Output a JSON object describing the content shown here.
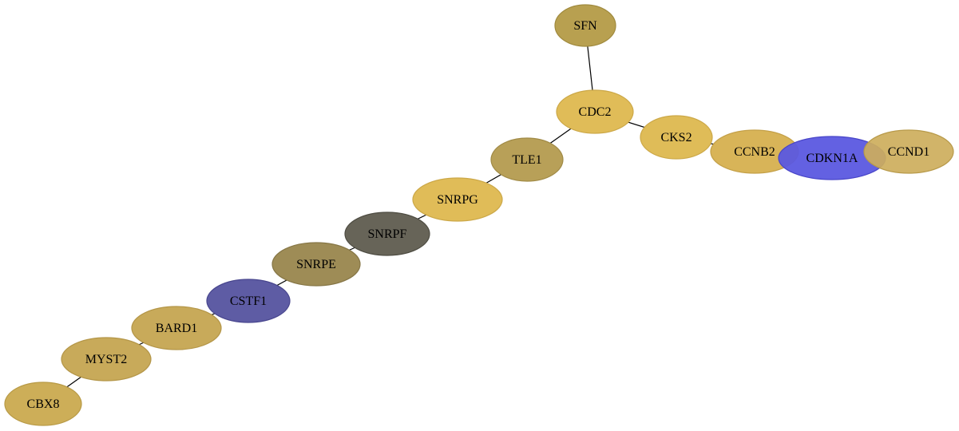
{
  "nodes": [
    {
      "id": "SFN",
      "label": "SFN",
      "color": "#B8A050",
      "stroke": "#A08A3E"
    },
    {
      "id": "CDC2",
      "label": "CDC2",
      "color": "#E0BC58",
      "stroke": "#CCA848"
    },
    {
      "id": "CKS2",
      "label": "CKS2",
      "color": "#DFBC58",
      "stroke": "#CCA848"
    },
    {
      "id": "CCNB2",
      "label": "CCNB2",
      "color": "#D8B458",
      "stroke": "#C4A048"
    },
    {
      "id": "CDKN1A",
      "label": "CDKN1A",
      "color": "#5B58E0",
      "stroke": "#4845C8"
    },
    {
      "id": "CCND1",
      "label": "CCND1",
      "color": "#CDAE5C",
      "stroke": "#B89A4A"
    },
    {
      "id": "TLE1",
      "label": "TLE1",
      "color": "#B8A058",
      "stroke": "#A08A46"
    },
    {
      "id": "SNRPG",
      "label": "SNRPG",
      "color": "#E0BC58",
      "stroke": "#CCA848"
    },
    {
      "id": "SNRPF",
      "label": "SNRPF",
      "color": "#676458",
      "stroke": "#4E4C42"
    },
    {
      "id": "SNRPE",
      "label": "SNRPE",
      "color": "#9E8C56",
      "stroke": "#867646"
    },
    {
      "id": "CSTF1",
      "label": "CSTF1",
      "color": "#5E5CA4",
      "stroke": "#48468E"
    },
    {
      "id": "BARD1",
      "label": "BARD1",
      "color": "#C8AA5A",
      "stroke": "#B49648"
    },
    {
      "id": "MYST2",
      "label": "MYST2",
      "color": "#C8AA5A",
      "stroke": "#B49648"
    },
    {
      "id": "CBX8",
      "label": "CBX8",
      "color": "#CDAE58",
      "stroke": "#B89A46"
    }
  ],
  "edges": [
    [
      "SFN",
      "CDC2"
    ],
    [
      "CDC2",
      "CKS2"
    ],
    [
      "CDC2",
      "TLE1"
    ],
    [
      "CKS2",
      "CCNB2"
    ],
    [
      "TLE1",
      "SNRPG"
    ],
    [
      "SNRPG",
      "SNRPF"
    ],
    [
      "SNRPF",
      "SNRPE"
    ],
    [
      "SNRPE",
      "CSTF1"
    ],
    [
      "CSTF1",
      "BARD1"
    ],
    [
      "BARD1",
      "MYST2"
    ],
    [
      "MYST2",
      "CBX8"
    ]
  ]
}
